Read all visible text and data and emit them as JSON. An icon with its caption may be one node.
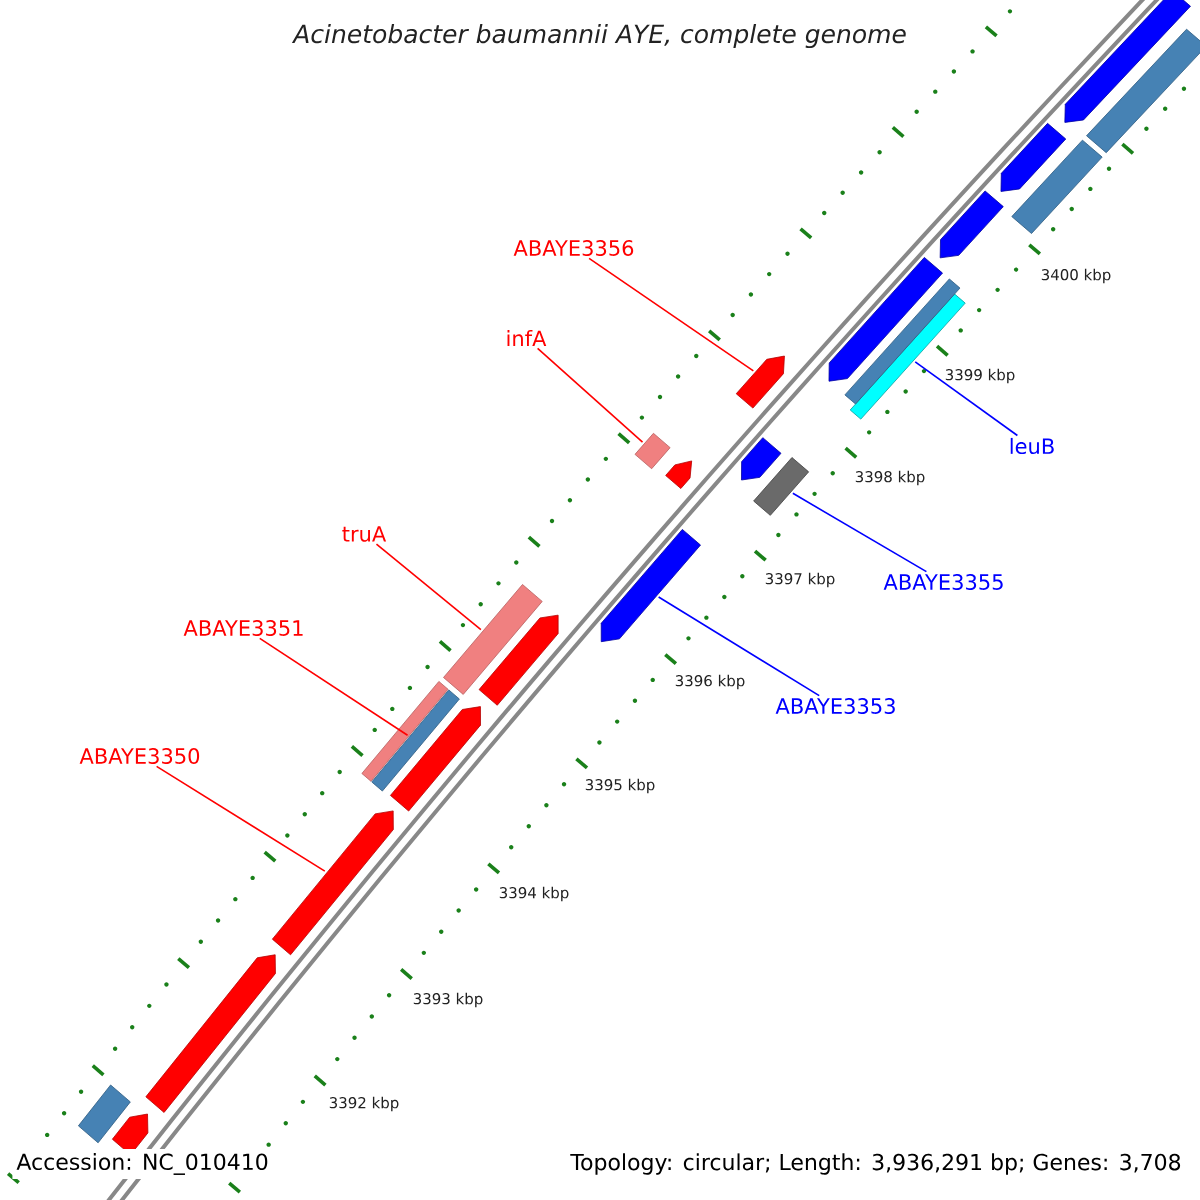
{
  "diagram": {
    "title": "Acinetobacter baumannii AYE, complete genome",
    "nodes": [
      {
        "text": [
          "ABAYE3356"
        ]
      },
      {
        "text": [],
        "shape": "arrow"
      },
      {
        "text": [
          "infA"
        ]
      },
      {
        "text": [],
        "shape": "box"
      },
      {
        "text": [
          "truA"
        ]
      },
      {
        "text": [],
        "shape": "bar"
      },
      {
        "text": [
          "ABAYE3351"
        ]
      },
      {
        "text": [],
        "shape": "bar"
      },
      {
        "text": [
          "ABAYE3350"
        ]
      },
      {
        "text": [],
        "shape": "arrow"
      },
      {
        "text": [
          "leuB"
        ]
      },
      {
        "text": [],
        "shape": "bar"
      },
      {
        "text": [
          "ABAYE3355"
        ]
      },
      {
        "text": [],
        "shape": "box"
      },
      {
        "text": [
          "ABAYE3353"
        ]
      },
      {
        "text": [],
        "shape": "arrow"
      },
      {
        "text": [],
        "shape": "arrow"
      },
      {
        "text": [],
        "shape": "arrow"
      },
      {
        "text": [],
        "shape": "arrow"
      },
      {
        "text": [],
        "shape": "arrow"
      },
      {
        "text": [],
        "shape": "arrow"
      },
      {
        "text": [],
        "shape": "bar"
      },
      {
        "text": [],
        "shape": "bar"
      },
      {
        "text": [],
        "shape": "arrow"
      },
      {
        "text": [],
        "shape": "arrow"
      },
      {
        "text": [],
        "shape": "arrow"
      },
      {
        "text": [],
        "shape": "arrow"
      },
      {
        "text": [],
        "shape": "arrow"
      },
      {
        "text": [],
        "shape": "bar"
      },
      {
        "text": [],
        "shape": "bar"
      },
      {
        "text": [],
        "shape": "bar"
      }
    ],
    "edges": [
      {
        "from": 0,
        "to": 1,
        "arrow": "none",
        "color": "#ff0000"
      },
      {
        "from": 2,
        "to": 3,
        "arrow": "none",
        "color": "#ff0000"
      },
      {
        "from": 4,
        "to": 5,
        "arrow": "none",
        "color": "#ff0000"
      },
      {
        "from": 6,
        "to": 7,
        "arrow": "none",
        "color": "#ff0000"
      },
      {
        "from": 8,
        "to": 9,
        "arrow": "none",
        "color": "#ff0000"
      },
      {
        "from": 10,
        "to": 11,
        "arrow": "none",
        "color": "#0000ff"
      },
      {
        "from": 12,
        "to": 13,
        "arrow": "none",
        "color": "#0000ff"
      },
      {
        "from": 14,
        "to": 15,
        "arrow": "none",
        "color": "#0000ff"
      }
    ],
    "labels": [
      "3392 kbp",
      "3393 kbp",
      "3394 kbp",
      "3395 kbp",
      "3396 kbp",
      "3397 kbp",
      "3398 kbp",
      "3399 kbp",
      "3400 kbp",
      "Accession: NC_010410",
      "Topology: circular; Length: 3,936,291 bp; Genes: 3,708"
    ]
  }
}
